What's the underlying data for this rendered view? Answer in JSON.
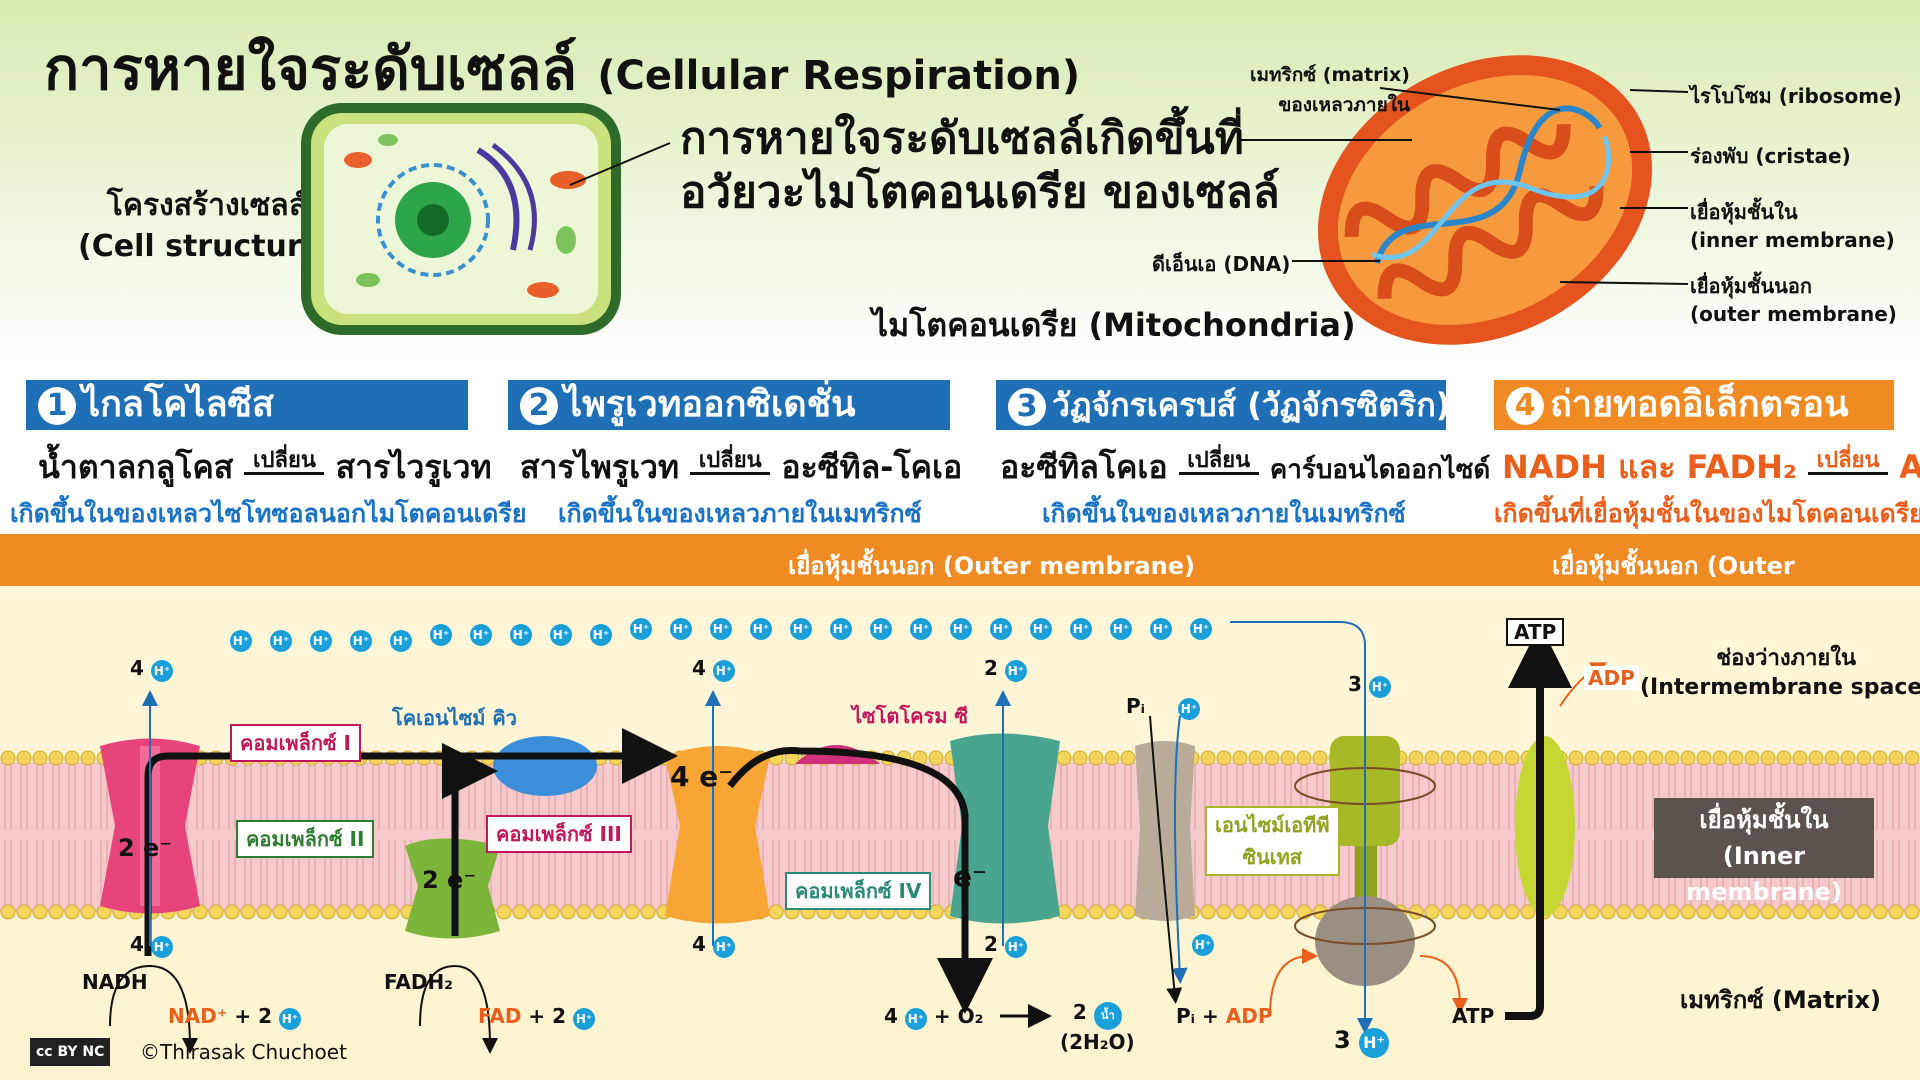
{
  "title": {
    "thai": "การหายใจระดับเซลล์",
    "en": "(Cellular Respiration)"
  },
  "cell": {
    "label_th": "โครงสร้างเซลล์",
    "label_en": "(Cell structure)"
  },
  "headline": {
    "line1": "การหายใจระดับเซลล์เกิดขึ้นที่",
    "line2": "อวัยวะไมโตคอนเดรีย ของเซลล์"
  },
  "mito": {
    "title": "ไมโตคอนเดรีย (Mitochondria)",
    "matrix_line1": "เมทริกซ์ (matrix)",
    "matrix_line2": "ของเหลวภายใน",
    "dna": "ดีเอ็นเอ (DNA)",
    "ribosome": "ไรโบโซม (ribosome)",
    "cristae": "ร่องพับ (cristae)",
    "inner_th": "เยื่อหุ้มชั้นใน",
    "inner_en": "(inner membrane)",
    "outer_th": "เยื่อหุ้มชั้นนอก",
    "outer_en": "(outer membrane)"
  },
  "steps": [
    {
      "num": "1",
      "name": "ไกลโคไลซีส",
      "from": "น้ำตาลกลูโคส",
      "verb": "เปลี่ยน",
      "to": "สารไวรูเวท",
      "where": "เกิดขึ้นในของเหลวไซโทซอลนอกไมโตคอนเดรีย",
      "color": "#1f6fb6"
    },
    {
      "num": "2",
      "name": "ไพรูเวทออกซิเดชั่น",
      "from": "สารไพรูเวท",
      "verb": "เปลี่ยน",
      "to": "อะซีทิล-โคเอ",
      "where": "เกิดขึ้นในของเหลวภายในเมทริกซ์",
      "color": "#1f6fb6"
    },
    {
      "num": "3",
      "name": "วัฏจักรเครบส์ (วัฏจักรซิตริก)",
      "from": "อะซีทิลโคเอ",
      "verb": "เปลี่ยน",
      "to": "คาร์บอนไดออกไซด์",
      "where": "เกิดขึ้นในของเหลวภายในเมทริกซ์",
      "color": "#1f6fb6"
    },
    {
      "num": "4",
      "name": "ถ่ายทอดอิเล็กตรอน",
      "from": "NADH และ FADH₂",
      "verb": "เปลี่ยน",
      "to": "ATP",
      "where": "เกิดขึ้นที่เยื่อหุ้มชั้นในของไมโตคอนเดรีย",
      "color": "#f08a22"
    }
  ],
  "membrane": {
    "outer_label": "เยื่อหุ้มชั้นนอก (Outer membrane)",
    "intermembrane_th": "ช่องว่างภายใน",
    "intermembrane_en": "(Intermembrane space)",
    "inner_th": "เยื่อหุ้มชั้นใน",
    "inner_en": "(Inner membrane)",
    "matrix": "เมทริกซ์ (Matrix)"
  },
  "complexes": {
    "c1": "คอมเพล็กซ์ I",
    "c2": "คอมเพล็กซ์ II",
    "c3": "คอมเพล็กซ์ III",
    "c4": "คอมเพล็กซ์ IV",
    "coq": "โคเอนไซม์ คิว",
    "cytc": "ไซโตโครม ซี",
    "atpsyn_line1": "เอนไซม์เอทีพี",
    "atpsyn_line2": "ซินเทส"
  },
  "species": {
    "h": "H⁺",
    "e2": "2 e⁻",
    "e4": "4 e⁻",
    "e": "e⁻",
    "h4": "4",
    "h2": "2",
    "h3": "3",
    "nadh": "NADH",
    "nad": "NAD⁺",
    "fadh2": "FADH₂",
    "fad": "FAD",
    "plus": "+",
    "o2": "O₂",
    "water": "น้ำ",
    "h2o": "(2H₂O)",
    "pi": "Pᵢ",
    "adp": "ADP",
    "atp": "ATP"
  },
  "credit": "©Thirasak Chuchoet",
  "cc_badge": "cc BY NC",
  "colors": {
    "blue": "#1f6fb6",
    "orange": "#f08a22",
    "hion": "#1b9fd9"
  }
}
